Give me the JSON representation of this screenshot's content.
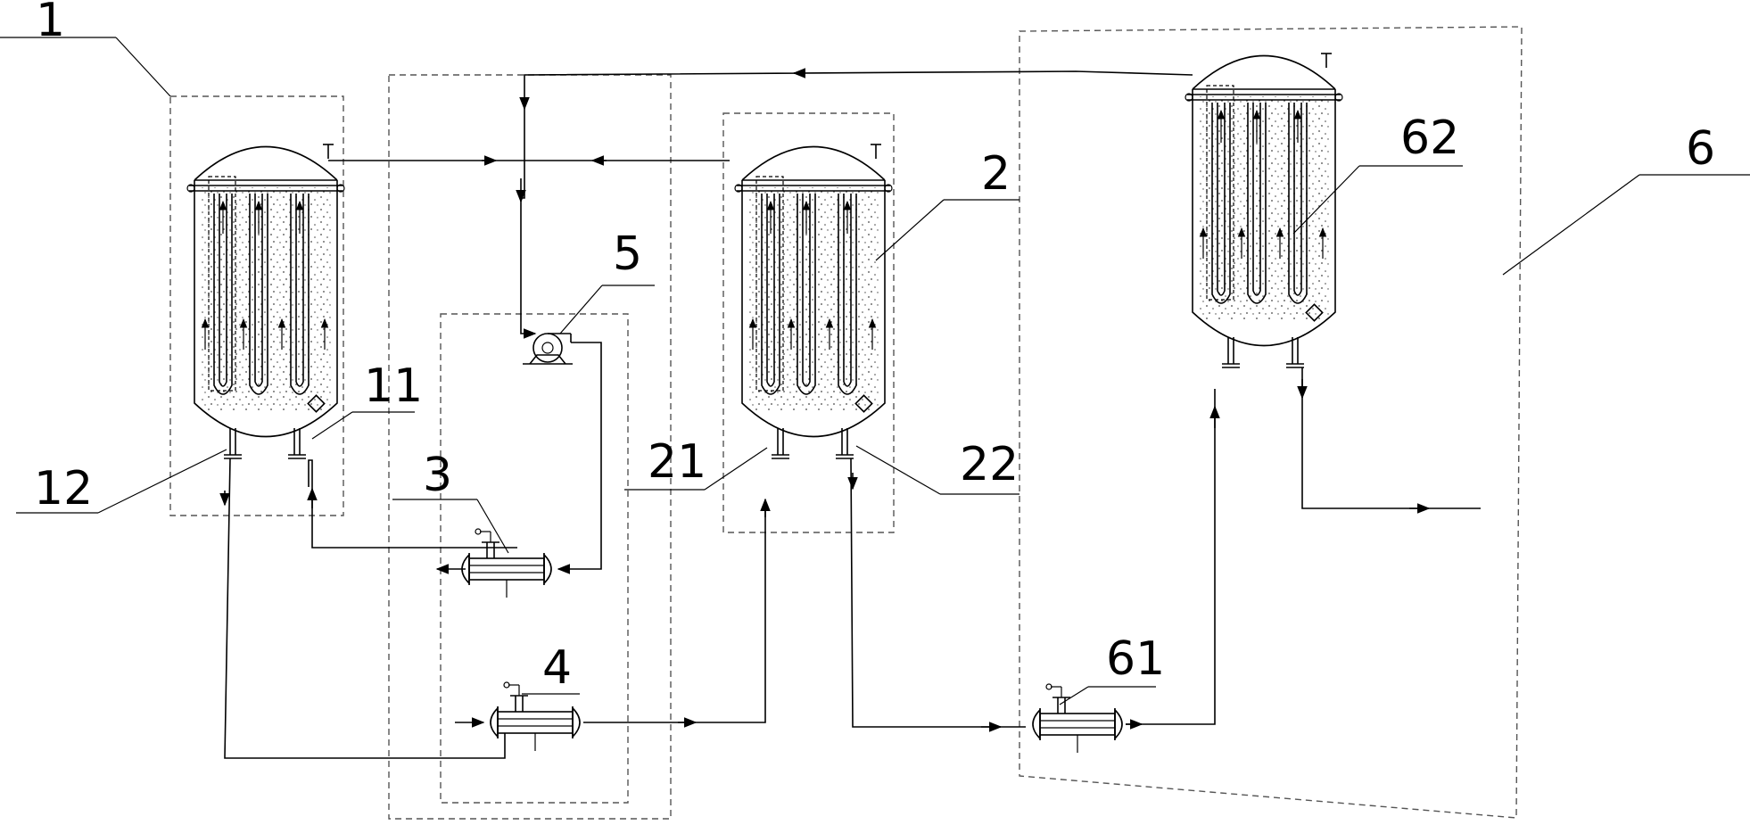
{
  "labels": {
    "l1": "1",
    "l2": "2",
    "l3": "3",
    "l4": "4",
    "l5": "5",
    "l6": "6",
    "l11": "11",
    "l12": "12",
    "l21": "21",
    "l22": "22",
    "l61": "61",
    "l62": "62"
  }
}
